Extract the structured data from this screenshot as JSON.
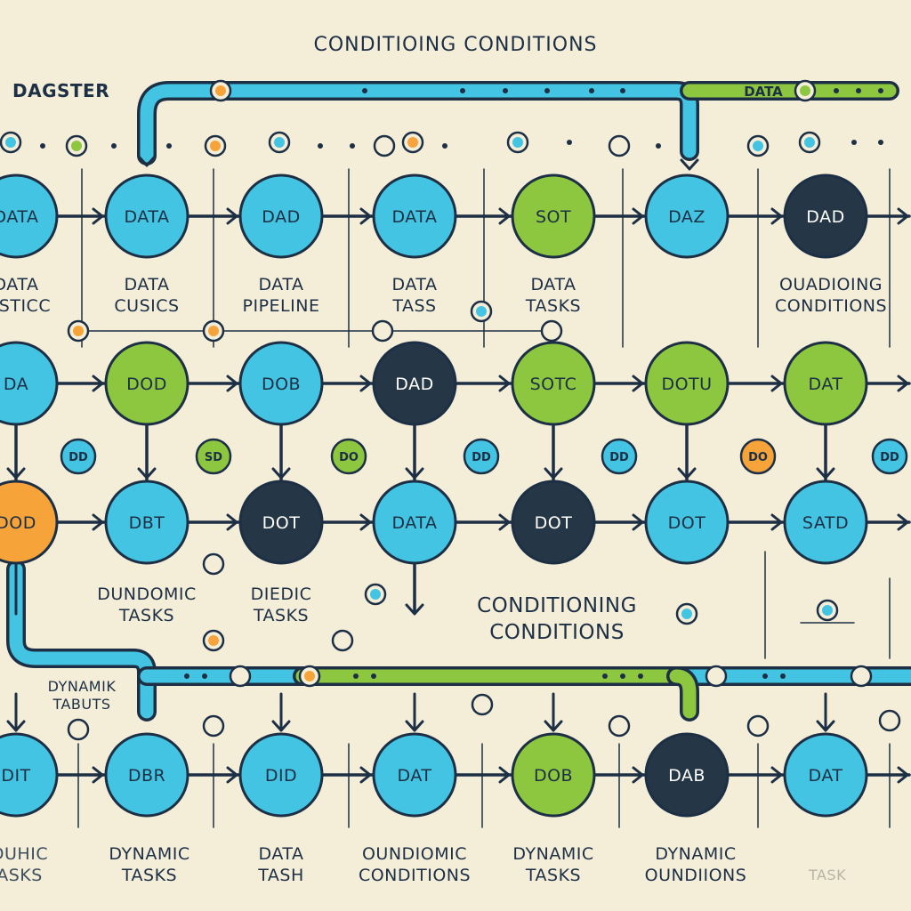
{
  "header": {
    "title": "CONDITIOING CONDITIONS",
    "brand": "DAGSTER"
  },
  "bus_labels": {
    "top_mid": "DATA"
  },
  "colors": {
    "background": "#f4eed9",
    "cyan": "#43c4e2",
    "green": "#8dc63f",
    "navy": "#253746",
    "orange": "#f6a43a",
    "outline": "#1d2f45"
  },
  "rows": [
    [
      {
        "text": "DATA",
        "color": "cyan"
      },
      {
        "text": "DATA",
        "color": "cyan"
      },
      {
        "text": "DAD",
        "color": "cyan"
      },
      {
        "text": "DATA",
        "color": "cyan"
      },
      {
        "text": "SOT",
        "color": "green"
      },
      {
        "text": "DAZ",
        "color": "cyan"
      },
      {
        "text": "DAD",
        "color": "navy"
      }
    ],
    [
      {
        "text": "DA",
        "color": "cyan"
      },
      {
        "text": "DOD",
        "color": "green"
      },
      {
        "text": "DOB",
        "color": "cyan"
      },
      {
        "text": "DAD",
        "color": "navy"
      },
      {
        "text": "SOTC",
        "color": "green"
      },
      {
        "text": "DOTU",
        "color": "green"
      },
      {
        "text": "DAT",
        "color": "green"
      }
    ],
    [
      {
        "text": "DOD",
        "color": "orange"
      },
      {
        "text": "DBT",
        "color": "cyan"
      },
      {
        "text": "DOT",
        "color": "navy"
      },
      {
        "text": "DATA",
        "color": "cyan"
      },
      {
        "text": "DOT",
        "color": "navy"
      },
      {
        "text": "DOT",
        "color": "cyan"
      },
      {
        "text": "SATD",
        "color": "cyan"
      }
    ],
    [
      {
        "text": "DIT",
        "color": "cyan"
      },
      {
        "text": "DBR",
        "color": "cyan"
      },
      {
        "text": "DID",
        "color": "cyan"
      },
      {
        "text": "DAT",
        "color": "cyan"
      },
      {
        "text": "DOB",
        "color": "green"
      },
      {
        "text": "DAB",
        "color": "navy"
      },
      {
        "text": "DAT",
        "color": "cyan"
      }
    ]
  ],
  "labels": {
    "r1": [
      {
        "line1": "DATA",
        "line2": "CISTICC"
      },
      {
        "line1": "DATA",
        "line2": "CUSICS"
      },
      {
        "line1": "DATA",
        "line2": "PIPELINE"
      },
      {
        "line1": "DATA",
        "line2": "TASS"
      },
      {
        "line1": "DATA",
        "line2": "TASKS"
      },
      {
        "line1": "OUADIOING",
        "line2": "CONDITIONS"
      }
    ],
    "mid": [
      {
        "line1": "DUNDOMIC",
        "line2": "TASKS"
      },
      {
        "line1": "DIEDIC",
        "line2": "TASKS"
      },
      {
        "line1": "CONDITIONING",
        "line2": "CONDITIONS"
      }
    ],
    "dyn": {
      "line1": "DYNAMIK",
      "line2": "TABUTS"
    },
    "bottom": [
      {
        "line1": "DUHIC",
        "line2": "ASKS"
      },
      {
        "line1": "DYNAMIC",
        "line2": "TASKS"
      },
      {
        "line1": "DATA",
        "line2": "TASH"
      },
      {
        "line1": "OUNDIOMIC",
        "line2": "CONDITIONS"
      },
      {
        "line1": "DYNAMIC",
        "line2": "TASKS"
      },
      {
        "line1": "DYNAMIC",
        "line2": "OUNDIIONS"
      },
      {
        "line1": "TASK",
        "line2": ""
      }
    ]
  },
  "small_badges": [
    {
      "text": "DD",
      "color": "cyan"
    },
    {
      "text": "SD",
      "color": "green"
    },
    {
      "text": "DO",
      "color": "green"
    },
    {
      "text": "DD",
      "color": "cyan"
    },
    {
      "text": "DD",
      "color": "cyan"
    },
    {
      "text": "DO",
      "color": "orange"
    },
    {
      "text": "DD",
      "color": "cyan"
    }
  ]
}
